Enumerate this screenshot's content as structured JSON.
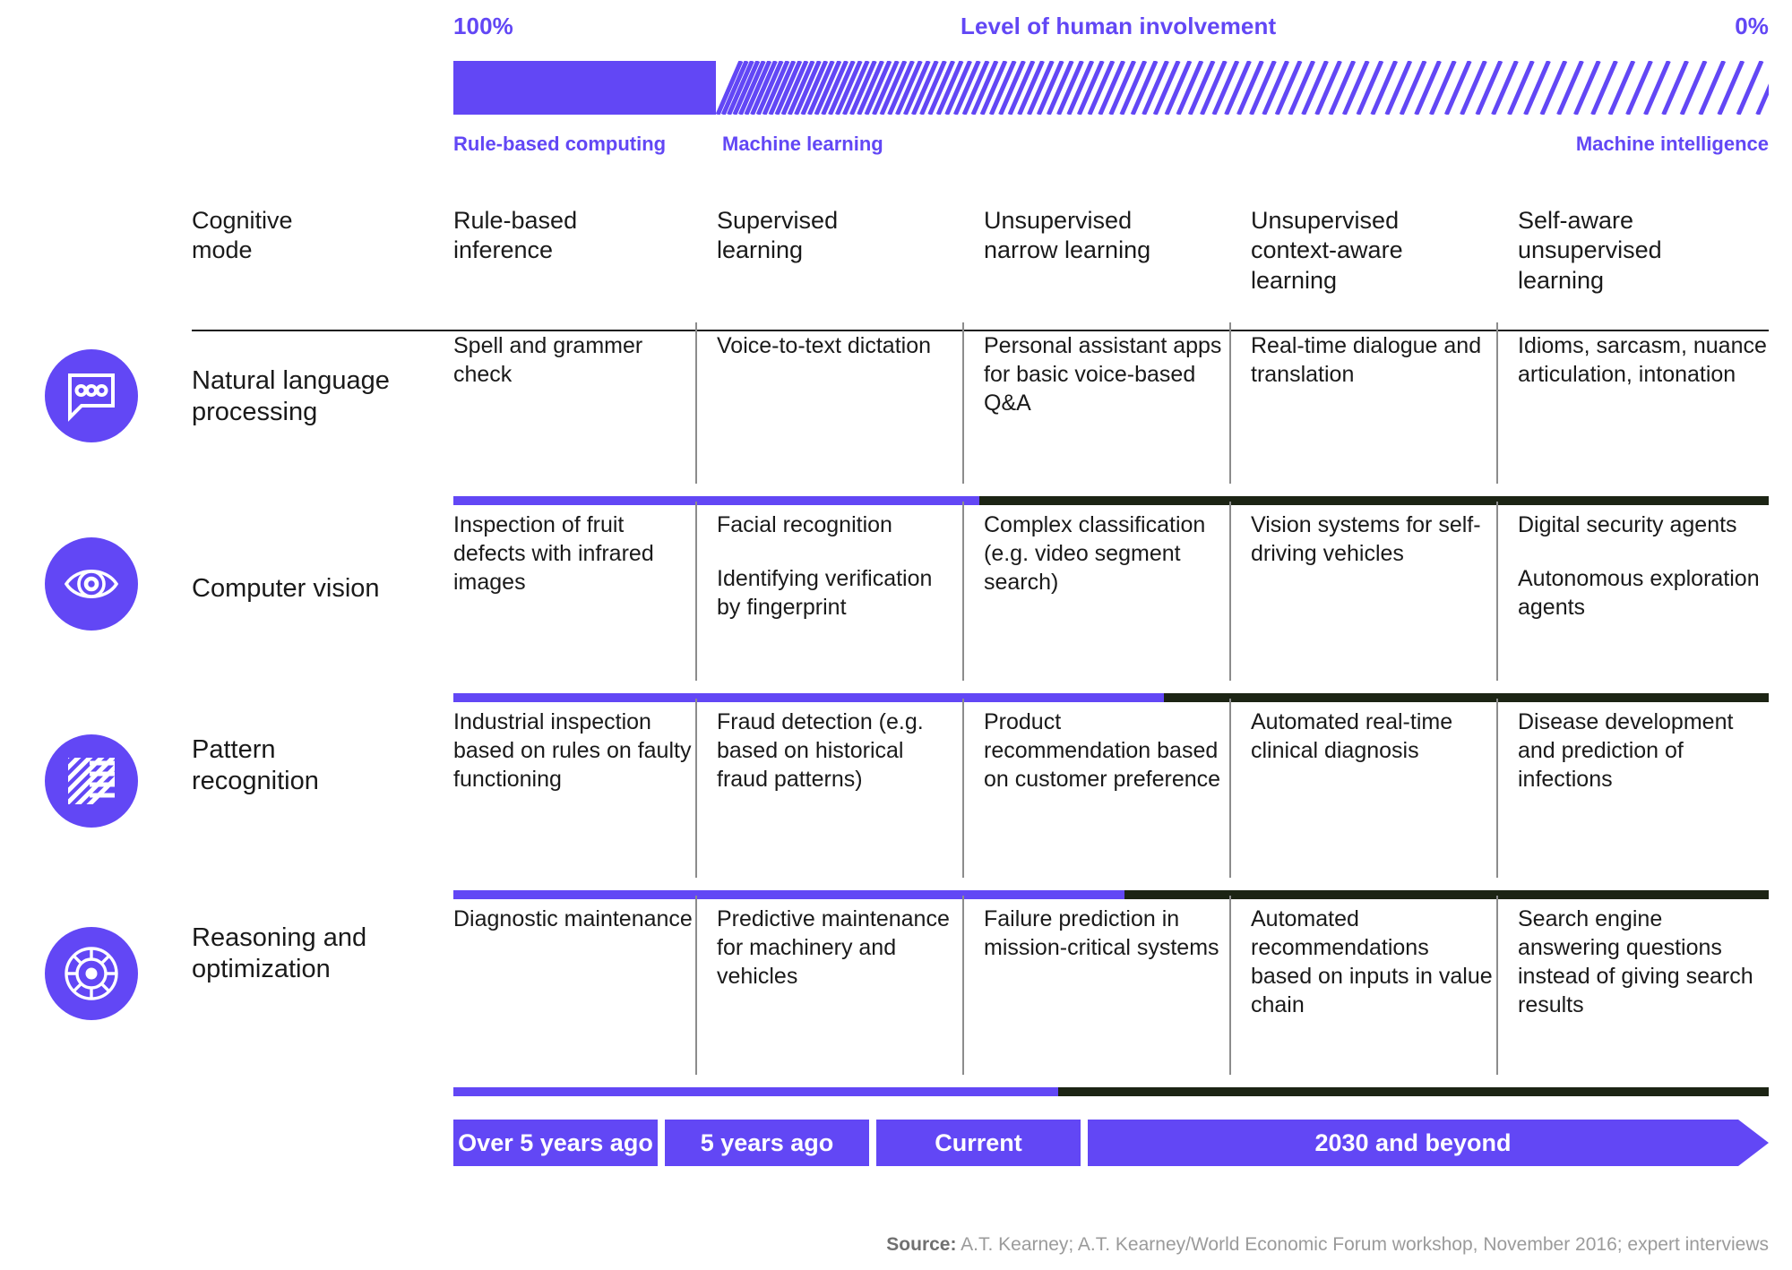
{
  "header": {
    "pct_left": "100%",
    "title": "Level of human involvement",
    "pct_right": "0%",
    "sub_rule_based": "Rule-based computing",
    "sub_machine_learning": "Machine learning",
    "sub_machine_intelligence": "Machine intelligence",
    "accent_color": "#6247f5",
    "dark_color": "#1c2414"
  },
  "columns": [
    {
      "label": "Cognitive\nmode",
      "line1": "Cognitive",
      "line2": "mode",
      "line3": ""
    },
    {
      "line1": "Rule-based",
      "line2": "inference",
      "line3": ""
    },
    {
      "line1": "Supervised",
      "line2": "learning",
      "line3": ""
    },
    {
      "line1": "Unsupervised",
      "line2": "narrow learning",
      "line3": ""
    },
    {
      "line1": "Unsupervised",
      "line2": "context-aware",
      "line3": "learning"
    },
    {
      "line1": "Self-aware",
      "line2": "unsupervised",
      "line3": "learning"
    }
  ],
  "rows": [
    {
      "icon": "speech-bubble-icon",
      "label_line1": "Natural language",
      "label_line2": "processing",
      "cells": [
        [
          "Spell and grammer check"
        ],
        [
          "Voice-to-text dictation"
        ],
        [
          "Personal assistant apps for basic voice-based Q&A"
        ],
        [
          "Real-time dialogue and translation"
        ],
        [
          "Idioms, sarcasm, nuance articulation, intonation"
        ]
      ],
      "progress_pct": 40
    },
    {
      "icon": "eye-icon",
      "label_line1": "Computer vision",
      "label_line2": "",
      "cells": [
        [
          "Inspection of fruit defects with infrared images"
        ],
        [
          "Facial recognition",
          "Identifying verification by fingerprint"
        ],
        [
          "Complex classification (e.g. video segment search)"
        ],
        [
          "Vision systems for self-driving vehicles"
        ],
        [
          "Digital security agents",
          "Autonomous exploration agents"
        ]
      ],
      "progress_pct": 54
    },
    {
      "icon": "pattern-stripes-icon",
      "label_line1": "Pattern",
      "label_line2": "recognition",
      "cells": [
        [
          "Industrial inspection based on rules on faulty functioning"
        ],
        [
          "Fraud detection (e.g. based on historical fraud patterns)"
        ],
        [
          "Product recommendation based on customer preference"
        ],
        [
          "Automated real-time clinical diagnosis"
        ],
        [
          "Disease development and prediction of infections"
        ]
      ],
      "progress_pct": 51
    },
    {
      "icon": "ships-wheel-icon",
      "label_line1": "Reasoning and",
      "label_line2": "optimization",
      "cells": [
        [
          "Diagnostic maintenance"
        ],
        [
          "Predictive maintenance for machinery and vehicles"
        ],
        [
          "Failure prediction in mission-critical systems"
        ],
        [
          "Automated recommendations based on inputs in value chain"
        ],
        [
          "Search engine answering questions instead of giving search results"
        ]
      ],
      "progress_pct": 46
    }
  ],
  "timeline": [
    {
      "label": "Over 5 years ago"
    },
    {
      "label": "5 years ago"
    },
    {
      "label": "Current"
    },
    {
      "label": "2030 and beyond"
    }
  ],
  "source": {
    "prefix": "Source:",
    "text": "A.T. Kearney; A.T. Kearney/World Economic Forum workshop, November 2016; expert interviews"
  }
}
